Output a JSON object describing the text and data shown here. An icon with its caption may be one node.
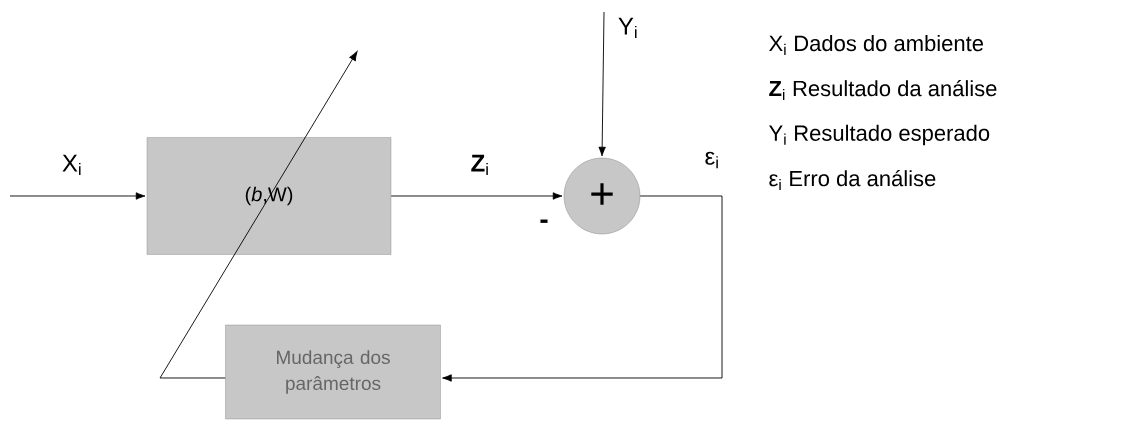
{
  "diagram": {
    "nodes": [
      {
        "text": [
          "(*b*,W)"
        ]
      },
      {
        "text": [
          "+"
        ],
        "beside": [
          "-"
        ]
      },
      {
        "text": [
          "Mudança dos parâmetros"
        ]
      }
    ],
    "edges": [
      {
        "from": null,
        "to": 0,
        "arrow": "to",
        "label": "X$_{i}$"
      },
      {
        "from": 0,
        "to": 1,
        "arrow": "to",
        "label": "**Z**$_{i}$"
      },
      {
        "from": null,
        "to": 1,
        "arrow": "to",
        "label": "Y$_{i}$"
      },
      {
        "from": 1,
        "to": 2,
        "arrow": "to",
        "label": "ε$_{i}$"
      },
      {
        "from": 2,
        "to": null,
        "arrow": "to"
      }
    ],
    "labels": [
      "X$_{i}$ Dados do ambiente",
      "**Z**$_{i}$ Resultado da análise",
      "Y$_{i}$ Resultado esperado",
      "ε$_{i}$ Erro da análise"
    ]
  }
}
